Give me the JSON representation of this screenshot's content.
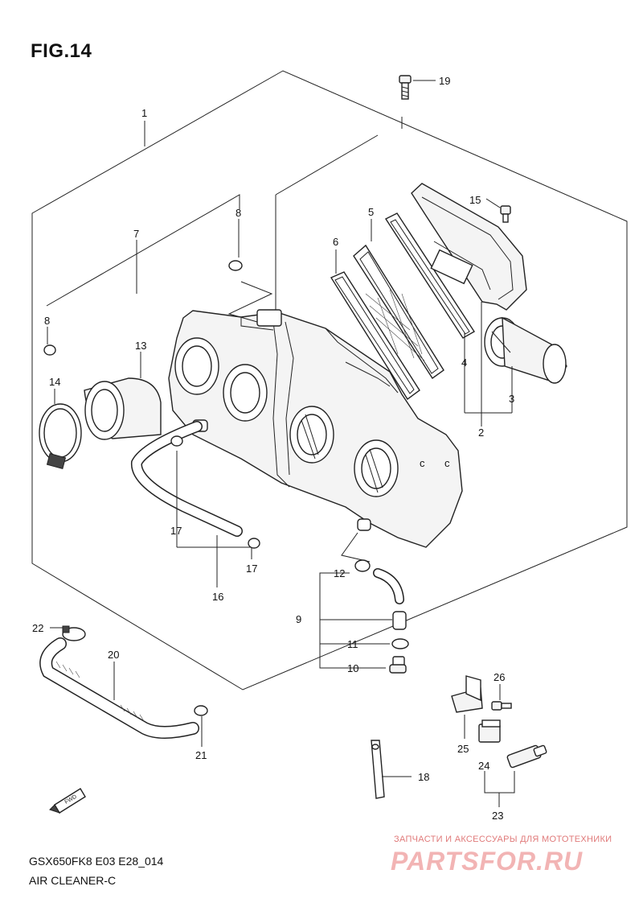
{
  "figure": {
    "title": "FIG.14",
    "model_code": "GSX650FK8 E03 E28_014",
    "model_name": "AIR CLEANER-C",
    "fwd_label": "FWD"
  },
  "watermark": {
    "line1": "ЗАПЧАСТИ И АКСЕССУАРЫ ДЛЯ МОТОТЕХНИКИ",
    "line2": "PARTSFOR.RU",
    "color": "#e07a7a"
  },
  "callouts": {
    "c1": "1",
    "c2": "2",
    "c3": "3",
    "c4": "4",
    "c5": "5",
    "c6": "6",
    "c7": "7",
    "c8a": "8",
    "c8b": "8",
    "c9": "9",
    "c10": "10",
    "c11": "11",
    "c12": "12",
    "c13": "13",
    "c14": "14",
    "c15": "15",
    "c16": "16",
    "c17a": "17",
    "c17b": "17",
    "c18": "18",
    "c19": "19",
    "c20": "20",
    "c21": "21",
    "c22": "22",
    "c23": "23",
    "c24": "24",
    "c25": "25",
    "c26": "26"
  }
}
